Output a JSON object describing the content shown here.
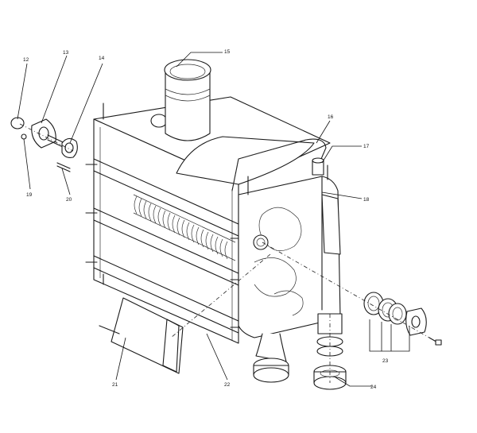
{
  "callouts": [
    {
      "id": "12",
      "label": "12"
    },
    {
      "id": "13",
      "label": "13"
    },
    {
      "id": "14",
      "label": "14"
    },
    {
      "id": "15",
      "label": "15"
    },
    {
      "id": "16",
      "label": "16"
    },
    {
      "id": "17",
      "label": "17"
    },
    {
      "id": "18",
      "label": "18"
    },
    {
      "id": "19",
      "label": "19"
    },
    {
      "id": "20",
      "label": "20"
    },
    {
      "id": "21",
      "label": "21"
    },
    {
      "id": "22",
      "label": "22"
    },
    {
      "id": "23",
      "label": "23"
    },
    {
      "id": "24",
      "label": "24"
    }
  ]
}
